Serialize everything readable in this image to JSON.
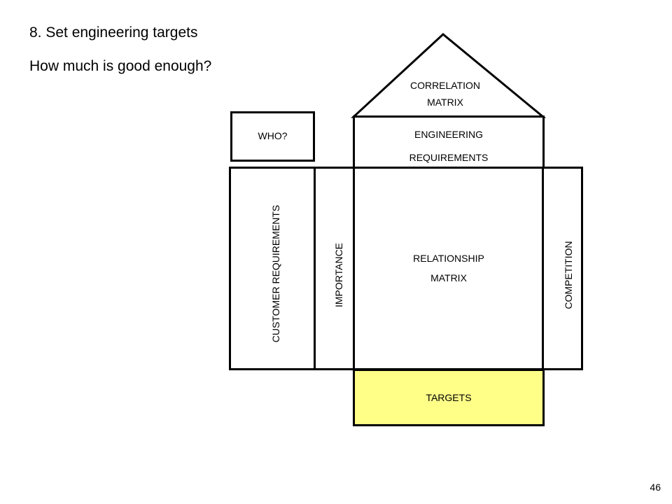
{
  "slide": {
    "title": "8. Set engineering targets",
    "subtitle": "How much is good enough?",
    "page_number": "46"
  },
  "house_of_quality": {
    "correlation_matrix": {
      "line1": "CORRELATION",
      "line2": "MATRIX"
    },
    "who": "WHO?",
    "engineering_requirements": {
      "line1": "ENGINEERING",
      "line2": "REQUIREMENTS"
    },
    "customer_requirements": "CUSTOMER REQUIREMENTS",
    "importance": "IMPORTANCE",
    "relationship_matrix": {
      "line1": "RELATIONSHIP",
      "line2": "MATRIX"
    },
    "competition": "COMPETITION",
    "targets": "TARGETS",
    "colors": {
      "outline": "#000000",
      "targets_fill": "#FFFF88",
      "background": "#FFFFFF"
    }
  }
}
